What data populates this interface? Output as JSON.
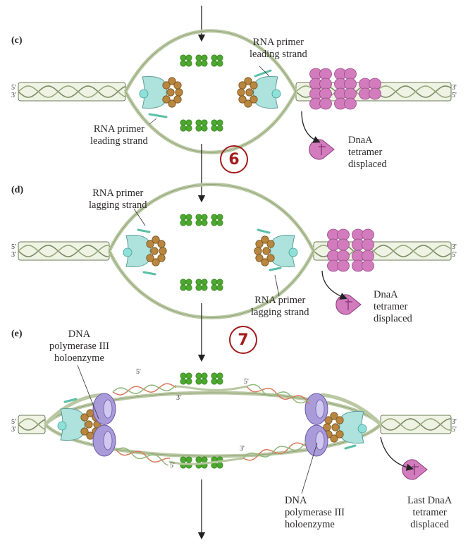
{
  "panels": {
    "c": "(c)",
    "d": "(d)",
    "e": "(e)"
  },
  "steps": {
    "six": "6",
    "seven": "7"
  },
  "labels": {
    "c_top_right": [
      "RNA primer",
      "leading strand"
    ],
    "c_bottom_left": [
      "RNA primer",
      "leading strand"
    ],
    "c_dnaa": [
      "DnaA",
      "tetramer",
      "displaced"
    ],
    "d_top_left": [
      "RNA primer",
      "lagging strand"
    ],
    "d_bottom_right": [
      "RNA primer",
      "lagging strand"
    ],
    "d_dnaa": [
      "DnaA",
      "tetramer",
      "displaced"
    ],
    "e_pol_left": [
      "DNA",
      "polymerase III",
      "holoenzyme"
    ],
    "e_pol_right": [
      "DNA",
      "polymerase III",
      "holoenzyme"
    ],
    "e_dnaa": [
      "Last DnaA",
      "tetramer",
      "displaced"
    ]
  },
  "strand_ends": {
    "five": "5'",
    "three": "3'"
  },
  "colors": {
    "dna_band": "#b9c8a2",
    "dna_outline": "#6c7a58",
    "ssb": "#4ca82e",
    "dnaa": "#d27bbd",
    "helicase": "#aee2dc",
    "primase": "#b8863e",
    "primer": "#5ac0a6",
    "polymerase": "#a99ad9",
    "new_strand": "#d8795a",
    "step_circle": "#a31b1b",
    "arrow": "#222222"
  }
}
